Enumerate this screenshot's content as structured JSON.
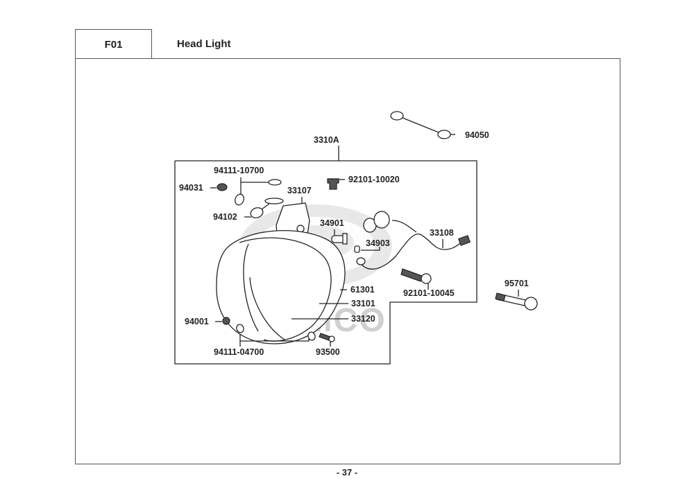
{
  "header": {
    "section_code": "F01",
    "section_title": "Head Light"
  },
  "footer": {
    "page_number": "- 37 -"
  },
  "watermark": {
    "text": "KYMCO"
  },
  "assembly": {
    "label": "3310A"
  },
  "parts": {
    "p94050": "94050",
    "p94111_10700": "94111-10700",
    "p94031": "94031",
    "p33107": "33107",
    "p94102": "94102",
    "p92101_10020": "92101-10020",
    "p34901": "34901",
    "p34903": "34903",
    "p33108": "33108",
    "p92101_10045": "92101-10045",
    "p61301": "61301",
    "p33101": "33101",
    "p33120": "33120",
    "p94001": "94001",
    "p94111_04700": "94111-04700",
    "p93500": "93500",
    "p95701": "95701"
  }
}
